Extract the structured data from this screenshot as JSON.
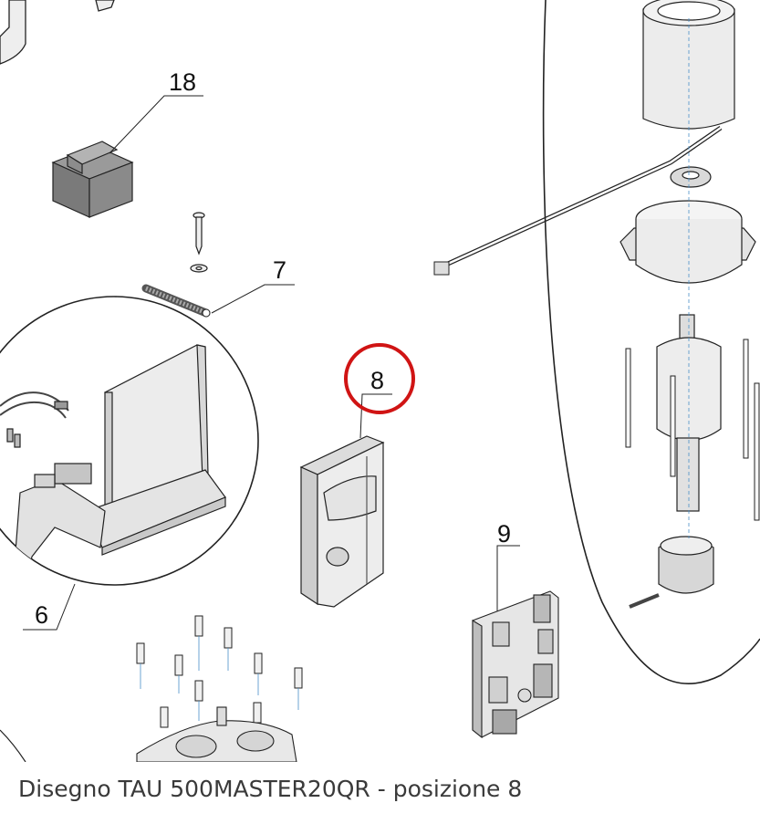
{
  "caption": "Disegno TAU 500MASTER20QR - posizione 8",
  "highlight_color": "#d01414",
  "callouts": [
    {
      "id": "part-18",
      "label": "18"
    },
    {
      "id": "part-7",
      "label": "7"
    },
    {
      "id": "part-8",
      "label": "8",
      "highlighted": true
    },
    {
      "id": "part-9",
      "label": "9"
    },
    {
      "id": "part-6",
      "label": "6"
    }
  ]
}
